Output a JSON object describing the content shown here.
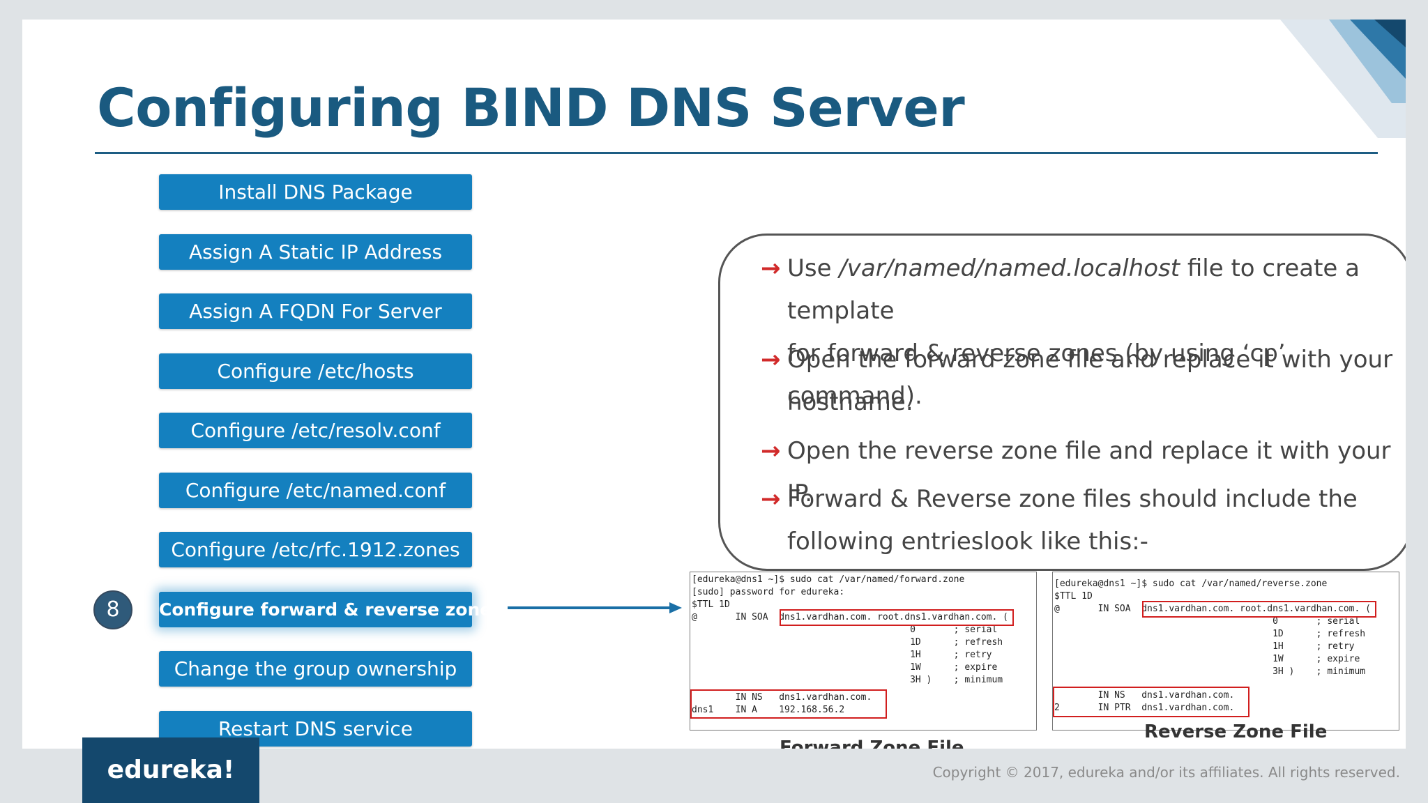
{
  "title": "Configuring BIND DNS Server",
  "steps": [
    "Install DNS Package",
    "Assign A Static IP Address",
    "Assign A FQDN For Server",
    "Configure /etc/hosts",
    "Configure /etc/resolv.conf",
    "Configure /etc/named.conf",
    "Configure /etc/rfc.1912.zones",
    "Configure forward & reverse zones",
    "Change the group ownership",
    "Restart DNS service"
  ],
  "active_step": {
    "number": "8",
    "label": "Configure forward & reverse zones"
  },
  "bullets": {
    "b1_pre": "Use ",
    "b1_path": "/var/named/named.localhost",
    "b1_post": " file to create a template",
    "b1_line2": "for forward & reverse zones (by using ‘cp’ command).",
    "b2_line1": "Open the forward zone file and replace it with your",
    "b2_line2": "hostname.",
    "b3_line1": "Open the reverse zone file and replace it with your IP.",
    "b4_line1": "Forward & Reverse zone files should include the",
    "b4_line2": "following entrieslook like this:-"
  },
  "forward_terminal": {
    "lines": [
      "[edureka@dns1 ~]$ sudo cat /var/named/forward.zone",
      "[sudo] password for edureka:",
      "$TTL 1D",
      "@       IN SOA  dns1.vardhan.com. root.dns1.vardhan.com. (",
      "                                        0       ; serial",
      "                                        1D      ; refresh",
      "                                        1H      ; retry",
      "                                        1W      ; expire",
      "                                        3H )    ; minimum",
      "        IN NS   dns1.vardhan.com.",
      "dns1    IN A    192.168.56.2"
    ]
  },
  "reverse_terminal": {
    "lines": [
      "[edureka@dns1 ~]$ sudo cat /var/named/reverse.zone",
      "$TTL 1D",
      "@       IN SOA  dns1.vardhan.com. root.dns1.vardhan.com. (",
      "                                        0       ; serial",
      "                                        1D      ; refresh",
      "                                        1H      ; retry",
      "                                        1W      ; expire",
      "                                        3H )    ; minimum",
      "        IN NS   dns1.vardhan.com.",
      "2       IN PTR  dns1.vardhan.com."
    ]
  },
  "captions": {
    "forward": "Forward Zone File",
    "reverse": "Reverse Zone File"
  },
  "logo": "edureka!",
  "copyright": "Copyright © 2017, edureka and/or its affiliates. All rights reserved.",
  "colors": {
    "title": "#1a5a80",
    "step_button": "#1480bf",
    "arrow_bullet": "#d12a2a",
    "highlight_box": "#d11e1e",
    "logo_bg": "#14486d"
  },
  "icons": {
    "bullet": "right-arrow-icon",
    "connector": "long-right-arrow-icon"
  }
}
